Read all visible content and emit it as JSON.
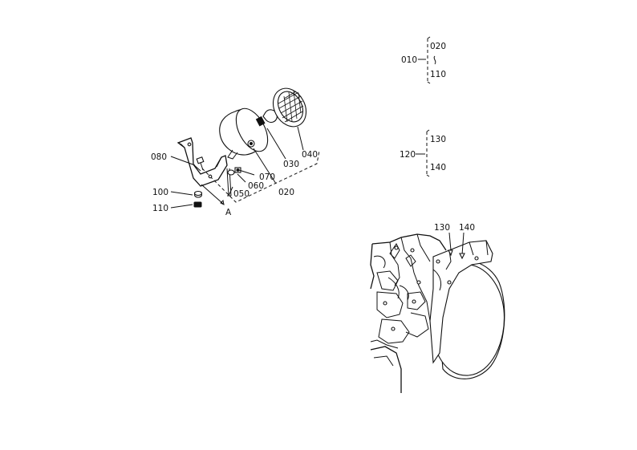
{
  "callouts": {
    "c080": "080",
    "c100": "100",
    "c110": "110",
    "c050": "050",
    "c060": "060",
    "c070": "070",
    "c020": "020",
    "c030": "030",
    "c040": "040",
    "cA": "A",
    "c130": "130",
    "c140": "140"
  },
  "index": {
    "group1": {
      "parent": "010",
      "first": "020",
      "last": "110"
    },
    "group2": {
      "parent": "120",
      "first": "130",
      "last": "140"
    }
  }
}
